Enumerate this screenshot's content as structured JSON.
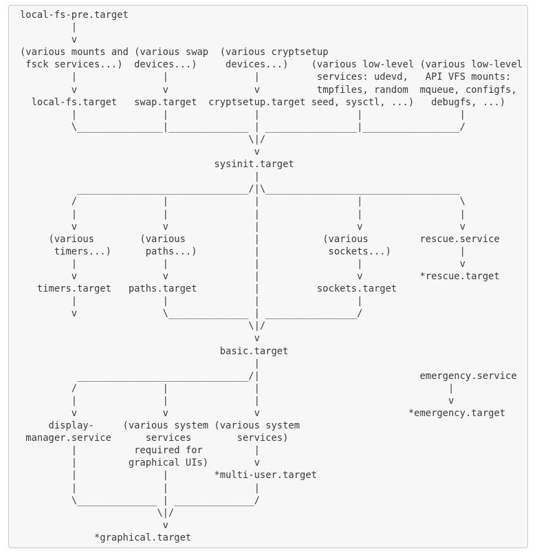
{
  "colors": {
    "page_bg": "#ffffff",
    "panel_bg": "#f7f7f7",
    "panel_border": "#c9c9c9",
    "text": "#3a3a3a"
  },
  "diagram": {
    "kind": "systemd-boot-dependency-ascii-diagram",
    "nodes": [
      "local-fs-pre.target",
      "local-fs.target",
      "swap.target",
      "cryptsetup.target",
      "sysinit.target",
      "timers.target",
      "paths.target",
      "sockets.target",
      "rescue.service",
      "*rescue.target",
      "basic.target",
      "emergency.service",
      "*emergency.target",
      "display-manager.service",
      "*multi-user.target",
      "*graphical.target"
    ],
    "annotations": [
      "(various mounts and fsck services...)",
      "(various swap devices...)",
      "(various cryptsetup devices...)",
      "(various low-level services: udevd, tmpfiles, random seed, sysctl, ...)",
      "(various low-level API VFS mounts: mqueue, configfs, debugfs, ...)",
      "(various timers...)",
      "(various paths...)",
      "(various sockets...)",
      "(various system services required for graphical UIs)",
      "(various system services)"
    ],
    "ascii_lines": [
      "local-fs-pre.target",
      "         |",
      "         v",
      "(various mounts and (various swap  (various cryptsetup",
      " fsck services...)  devices...)     devices...)    (various low-level (various low-level",
      "         |               |               |          services: udevd,   API VFS mounts:",
      "         v               v               v          tmpfiles, random  mqueue, configfs,",
      "  local-fs.target   swap.target  cryptsetup.target seed, sysctl, ...)   debugfs, ...)",
      "         |               |               |                 |                 |",
      "         \\_______________|______________ | ________________|_________________/",
      "                                        \\|/",
      "                                         v",
      "                                  sysinit.target",
      "                                         |",
      "          ______________________________/|\\__________________________________",
      "         /               |               |                 |                 \\",
      "         |               |               |                 |                 |",
      "         v               v               |                 v                 v",
      "     (various        (various            |           (various         rescue.service",
      "      timers...)      paths...)          |            sockets...)            |",
      "         |               |               |                 |                 v",
      "         v               v               |                 v          *rescue.target",
      "   timers.target   paths.target          |          sockets.target",
      "         |               |               |                 |",
      "         v               \\______________ | ________________/",
      "                                        \\|/",
      "                                         v",
      "                                   basic.target",
      "                                         |",
      "          ______________________________/|                            emergency.service",
      "         /               |               |                                 |",
      "         |               |               |                                 v",
      "         v               v               v                          *emergency.target",
      "     display-     (various system (various system",
      " manager.service      services        services)",
      "         |          required for         |",
      "         |         graphical UIs)        v",
      "         |               |        *multi-user.target",
      "         |               |               |",
      "         \\______________ | ______________/",
      "                        \\|/",
      "                         v",
      "             *graphical.target"
    ]
  }
}
